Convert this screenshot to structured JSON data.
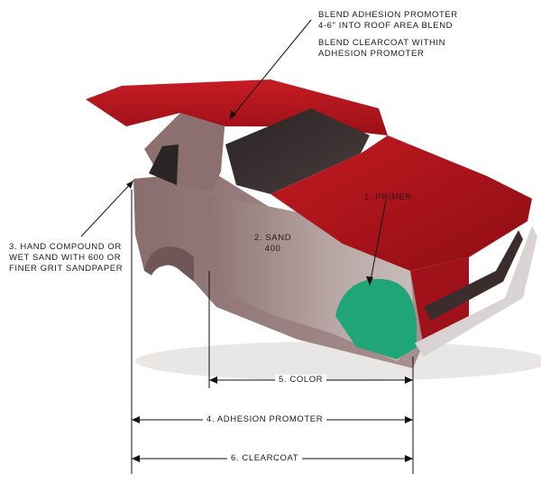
{
  "diagram": {
    "callouts": {
      "blend_adhesion_line1": "BLEND ADHESION PROMOTER",
      "blend_adhesion_line2": "4-6\" INTO ROOF AREA BLEND",
      "blend_clearcoat_line1": "BLEND CLEARCOAT WITHIN",
      "blend_clearcoat_line2": "ADHESION PROMOTER",
      "hand_compound_line1": "3. HAND COMPOUND OR",
      "hand_compound_line2": "WET SAND WITH 600 OR",
      "hand_compound_line3": "FINER GRIT SANDPAPER",
      "primer": "1. PRIMER",
      "sand_line1": "2. SAND",
      "sand_line2": "400"
    },
    "dimensions": {
      "color": "5. COLOR",
      "adhesion_promoter": "4. ADHESION PROMOTER",
      "clearcoat": "6. CLEARCOAT"
    },
    "colors": {
      "paint_red": "#b3121b",
      "sanded_area": "#a38a86",
      "primer_green": "#1fa577",
      "adhesion_zone": "#8f6b6b"
    }
  }
}
